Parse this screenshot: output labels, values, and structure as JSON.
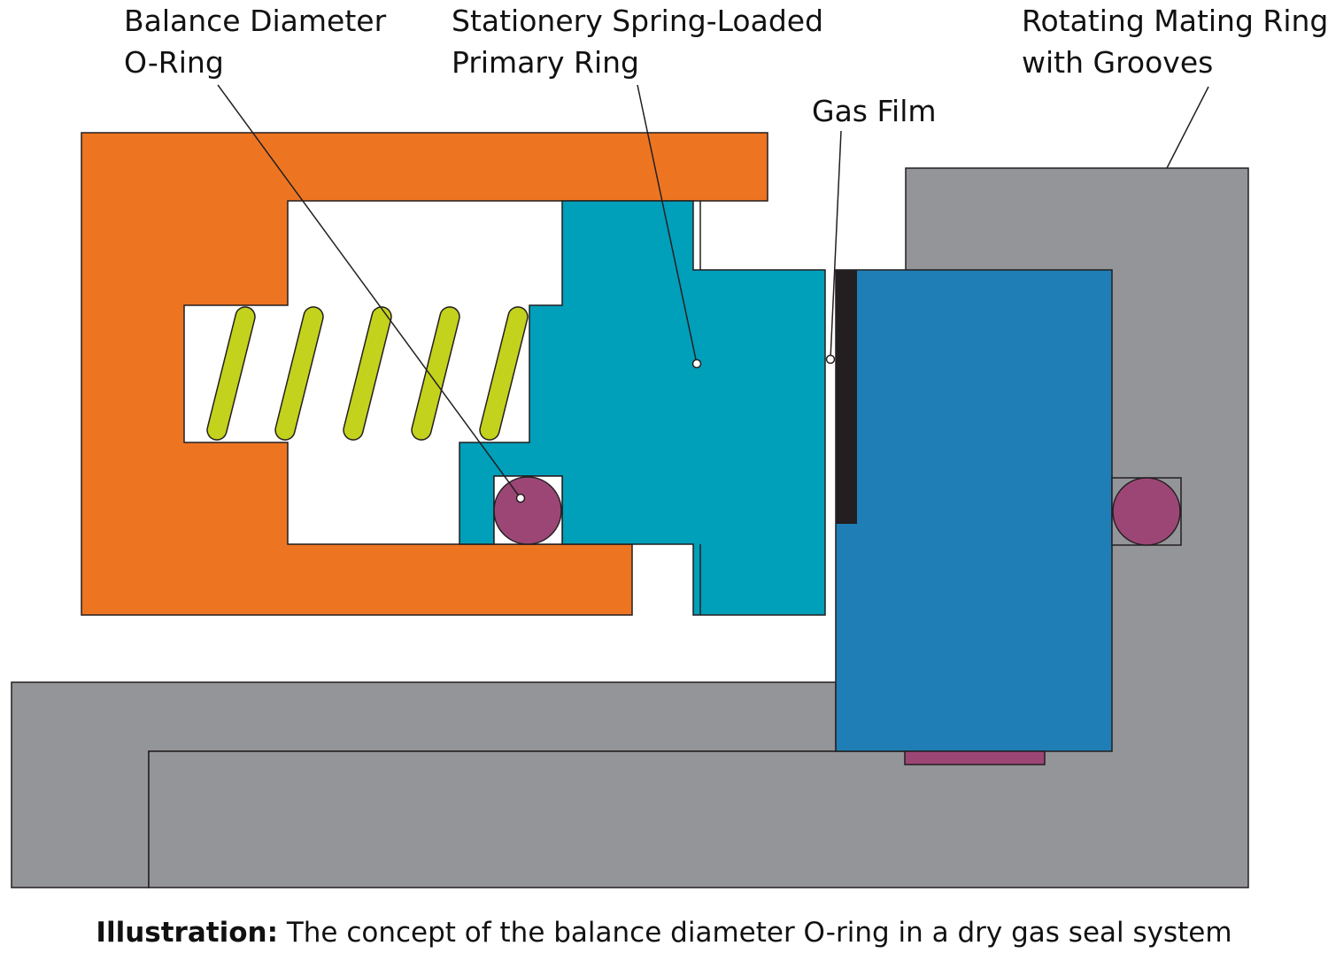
{
  "labels": {
    "balance_oring_line1": "Balance Diameter",
    "balance_oring_line2": "O-Ring",
    "primary_ring_line1": "Stationery Spring-Loaded",
    "primary_ring_line2": "Primary Ring",
    "gas_film": "Gas Film",
    "mating_ring_line1": "Rotating Mating Ring",
    "mating_ring_line2": "with Grooves"
  },
  "caption": {
    "prefix": "Illustration:",
    "text": " The concept of the balance diameter O-ring in a dry gas seal system"
  },
  "colors": {
    "housing_orange": "#ED7522",
    "primary_ring_teal": "#009FBA",
    "mating_ring_blue": "#1F7EB5",
    "shaft_gray": "#949599",
    "spring_yellow_green": "#C3D21C",
    "oring_purple": "#9C4676",
    "groove_dark": "#231F20"
  }
}
